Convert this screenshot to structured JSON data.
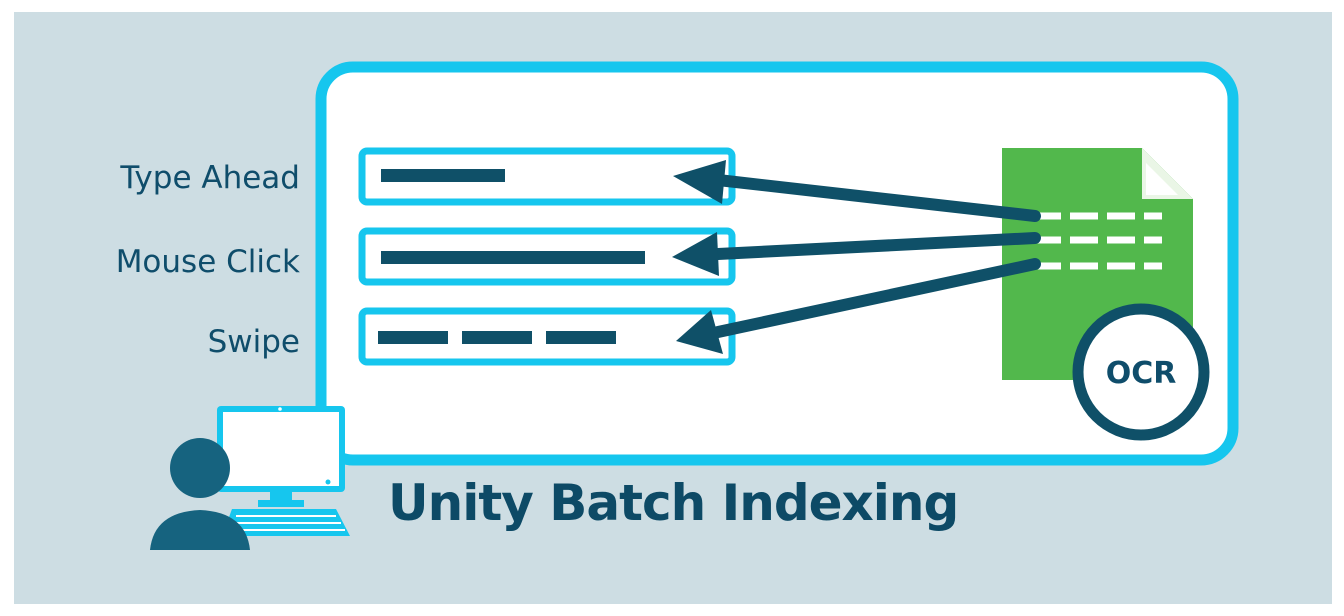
{
  "fields": [
    {
      "label": "Type Ahead"
    },
    {
      "label": "Mouse Click"
    },
    {
      "label": "Swipe"
    }
  ],
  "document": {
    "badge": "OCR"
  },
  "title": "Unity Batch Indexing",
  "colors": {
    "background": "#cddde3",
    "frame": "#16c6ee",
    "accent_dark": "#0f5068",
    "document_green": "#52b84c",
    "user_icon": "#16637f"
  },
  "icons": [
    "user-at-computer-icon",
    "ocr-document-icon"
  ]
}
